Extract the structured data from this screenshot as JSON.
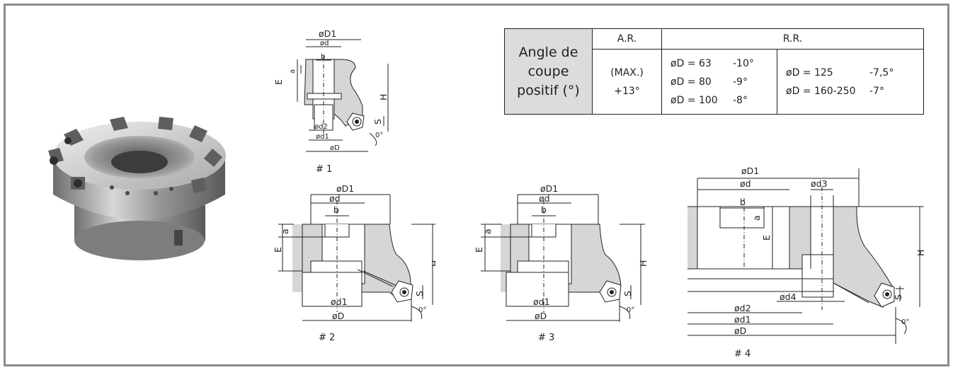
{
  "table": {
    "label_lines": [
      "Angle de",
      "coupe",
      "positif (°)"
    ],
    "ar_header": "A.R.",
    "rr_header": "R.R.",
    "ar_lines": [
      "(MAX.)",
      "+13°"
    ],
    "rr_col1": [
      {
        "d": "øD = 63",
        "angle": "-10°"
      },
      {
        "d": "øD = 80",
        "angle": "-9°"
      },
      {
        "d": "øD = 100",
        "angle": "-8°"
      }
    ],
    "rr_col2": [
      {
        "d": "øD = 125",
        "angle": "-7,5°"
      },
      {
        "d": "øD = 160-250",
        "angle": "-7°"
      }
    ]
  },
  "figures": {
    "fig1": {
      "caption": "# 1",
      "labels": {
        "D1": "øD1",
        "d": "ød",
        "b": "b",
        "a": "a",
        "E": "E",
        "H": "H",
        "S": "S",
        "d2": "ød2",
        "d1": "ød1",
        "D": "øD",
        "angle": "0°"
      }
    },
    "fig2": {
      "caption": "# 2",
      "labels": {
        "D1": "øD1",
        "d": "ød",
        "b": "b",
        "a": "a",
        "E": "E",
        "H": "H",
        "S": "S",
        "d1": "ød1",
        "D": "øD",
        "angle": "0°"
      }
    },
    "fig3": {
      "caption": "# 3",
      "labels": {
        "D1": "øD1",
        "d": "ød",
        "b": "b",
        "a": "a",
        "E": "E",
        "H": "H",
        "S": "S",
        "d1": "ød1",
        "D": "øD",
        "angle": "0°"
      }
    },
    "fig4": {
      "caption": "# 4",
      "labels": {
        "D1": "øD1",
        "d": "ød",
        "d3": "ød3",
        "b": "b",
        "a": "a",
        "E": "E",
        "H": "H",
        "S": "S",
        "d4": "ød4",
        "d2": "ød2",
        "d1": "ød1",
        "D": "øD",
        "angle": "0°"
      }
    }
  },
  "colors": {
    "section_fill": "#d6d6d6",
    "line": "#231f20",
    "border": "#8c8c8c"
  }
}
